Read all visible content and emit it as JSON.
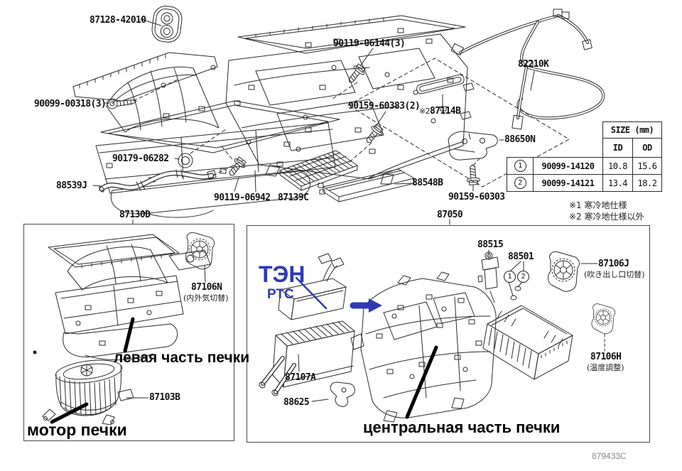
{
  "colors": {
    "line": "#2b2b2b",
    "annotation_blue": "#2e3ab4",
    "text": "#111",
    "footer_gray": "#8a8a8a"
  },
  "top_section": {
    "labels": {
      "service_cover": "87128-42010",
      "screw_a": "90099-00318(3)",
      "grommet": "90179-06282",
      "water_hose": "88539J",
      "bolt_a": "90119-06144(3)",
      "bolt_b": "90159-60383(2)",
      "duct_note_mark": "※2",
      "duct": "87114B",
      "wire_harness": "82210K",
      "amplifier": "88650N",
      "bolt_c": "90159-60303",
      "bolt_d": "90119-06942",
      "cabin_filter": "87139C",
      "filter_cover": "88548B"
    },
    "size_table": {
      "title": "SIZE (mm)",
      "columns": [
        "ID",
        "OD"
      ],
      "rows": [
        {
          "num": "1",
          "part_no": "90099-14120",
          "id": "10.8",
          "od": "15.6"
        },
        {
          "num": "2",
          "part_no": "90099-14121",
          "id": "13.4",
          "od": "18.2"
        }
      ],
      "notes": [
        "※1 寒冷地仕様",
        "※2 寒冷地仕様以外"
      ]
    }
  },
  "left_box": {
    "title": "87130D",
    "servo": "87106N",
    "servo_caption": "(内外気切替)",
    "annotation_left_part": "левая часть печки",
    "blower_motor": "87103B",
    "annotation_motor": "мотор печки"
  },
  "right_box": {
    "title": "87050",
    "annotation_ten": "ТЭН",
    "annotation_ptc": "РТС",
    "expansion_valve": "88515",
    "oring_set": "88501",
    "oring_numbers": [
      "1",
      "2"
    ],
    "servo_mode": "87106J",
    "servo_mode_caption": "(吹き出し口切替)",
    "servo_temp": "87106H",
    "servo_temp_caption": "(温度調整)",
    "heater_core": "87107A",
    "clamp": "88625",
    "annotation_central": "центральная часть печки"
  },
  "footer": {
    "drawing_code": "879433C"
  }
}
